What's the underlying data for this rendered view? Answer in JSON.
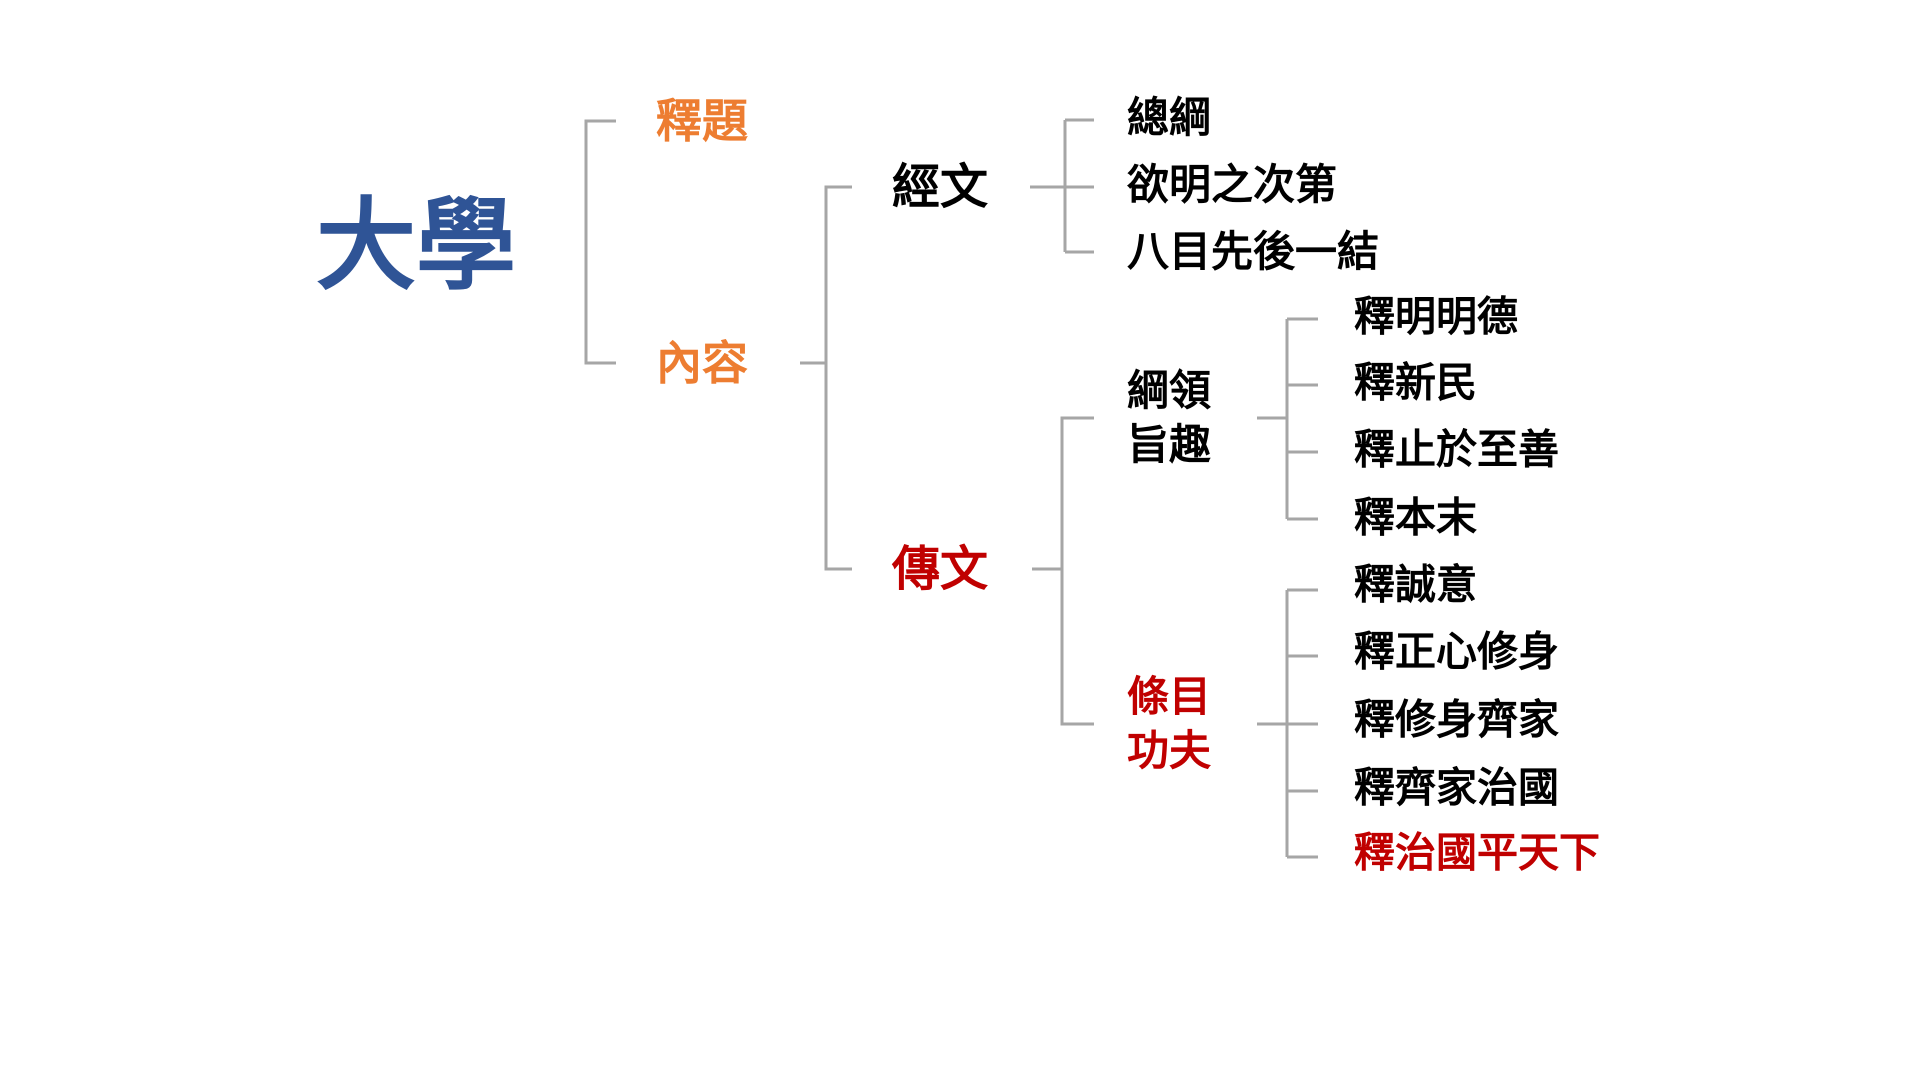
{
  "colors": {
    "root": "#2f5496",
    "section": "#ed7d31",
    "highlight": "#c00000",
    "text": "#000000",
    "connector": "#a6a6a6"
  },
  "tree": {
    "root": "大學",
    "shiti": "釋題",
    "neirong": "內容",
    "jingwen": {
      "label": "經文",
      "items": [
        "總綱",
        "欲明之次第",
        "八目先後一結"
      ]
    },
    "zhuanwen": {
      "label": "傳文",
      "gangling": {
        "line1": "綱領",
        "line2": "旨趣",
        "items": [
          "釋明明德",
          "釋新民",
          "釋止於至善",
          "釋本末"
        ]
      },
      "tiaomu": {
        "line1": "條目",
        "line2": "功夫",
        "items": [
          "釋誠意",
          "釋正心修身",
          "釋修身齊家",
          "釋齊家治國",
          "釋治國平天下"
        ]
      }
    }
  }
}
